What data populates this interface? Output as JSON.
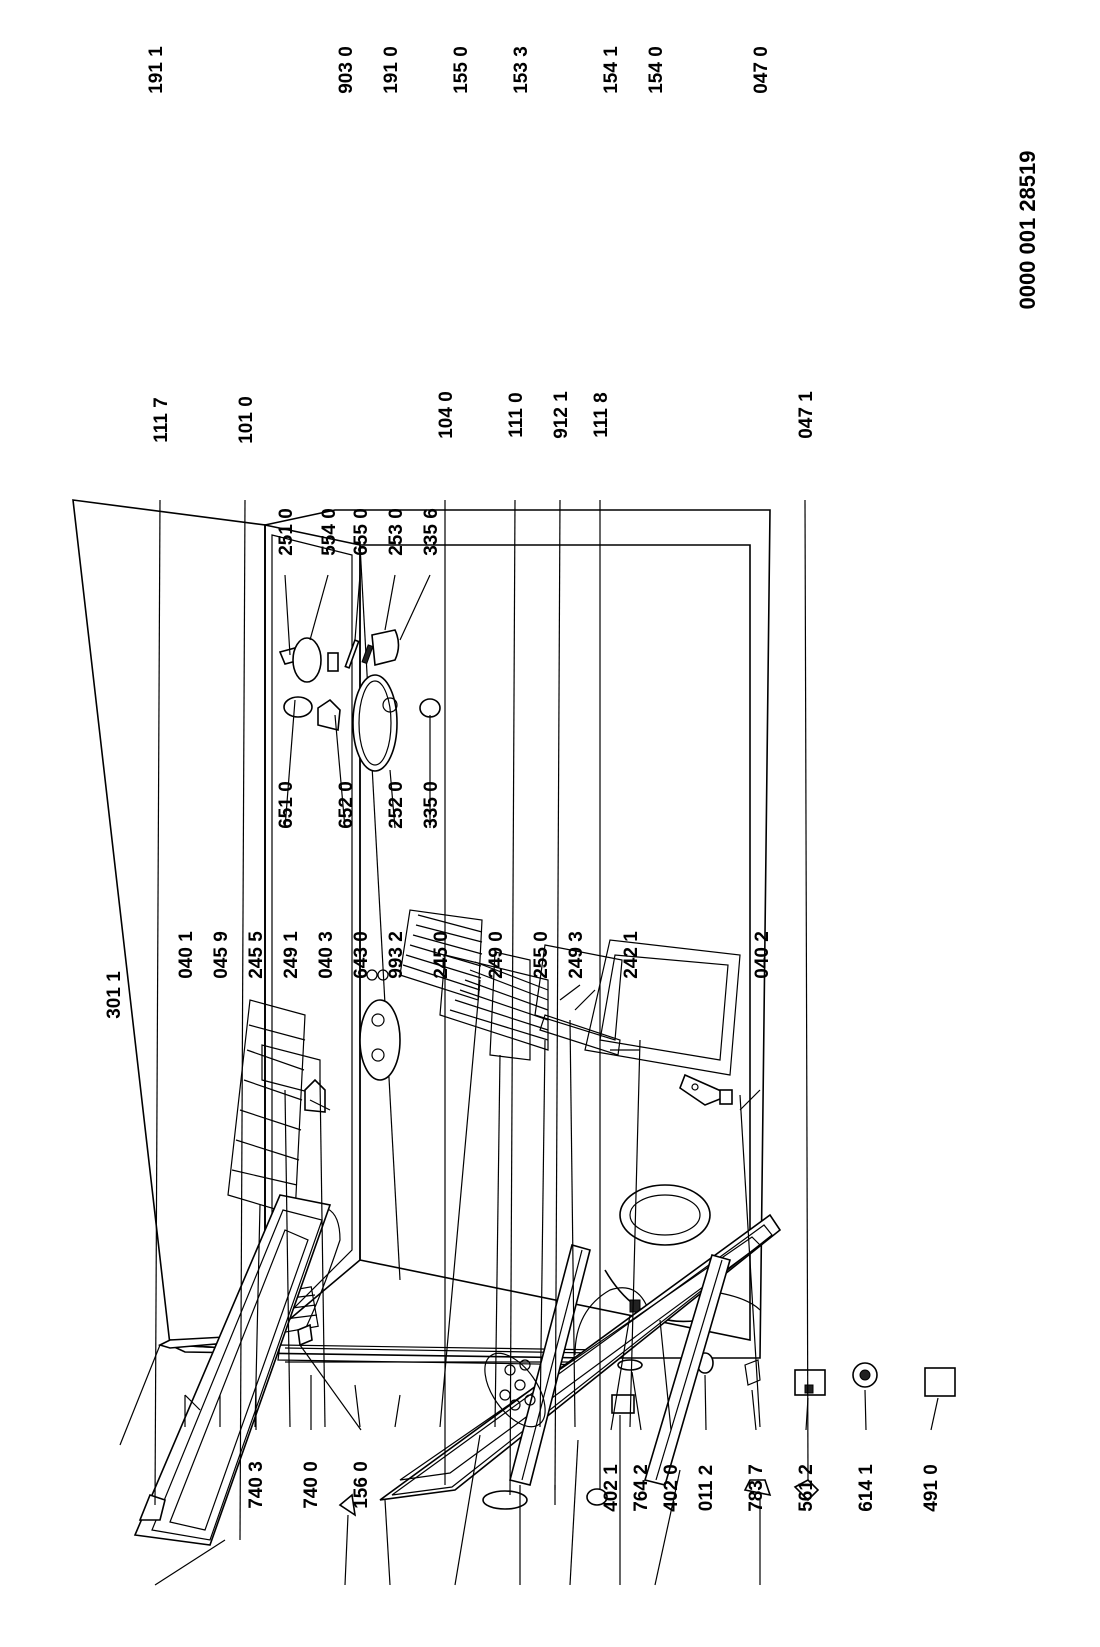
{
  "drawing_code": "0000  001 28519",
  "labels": {
    "p3011": "301 1",
    "p0401": "040 1",
    "p0459": "045 9",
    "p2455": "245 5",
    "p2491": "249 1",
    "p0403": "040 3",
    "p6430": "643 0",
    "p9932": "993 2",
    "p2450": "245 0",
    "p2490": "249 0",
    "p2550": "255 0",
    "p2493": "249 3",
    "p2421": "242 1",
    "p0402": "040 2",
    "p6510": "651 0",
    "p6520": "652 0",
    "p2520": "252 0",
    "p3350": "335 0",
    "p2510": "251 0",
    "p5540": "554 0",
    "p6550": "655 0",
    "p2530": "253 0",
    "p3356": "335 6",
    "p1117": "111 7",
    "p1010": "101 0",
    "p1911": "191 1",
    "p9030": "903 0",
    "p1910": "191 0",
    "p1550": "155 0",
    "p1533": "153 3",
    "p1541": "154 1",
    "p1540": "154 0",
    "p0470": "047 0",
    "p1040": "104 0",
    "p1110": "111 0",
    "p9121": "912 1",
    "p1118": "111 8",
    "p0471": "047 1",
    "p7403": "740 3",
    "p7400": "740 0",
    "p1560": "156 0",
    "p4021": "402 1",
    "p7642": "764 2",
    "p4020": "402 0",
    "p0112": "011 2",
    "p7837": "783 7",
    "p5612": "561 2",
    "p6141": "614 1",
    "p4910": "491 0"
  }
}
